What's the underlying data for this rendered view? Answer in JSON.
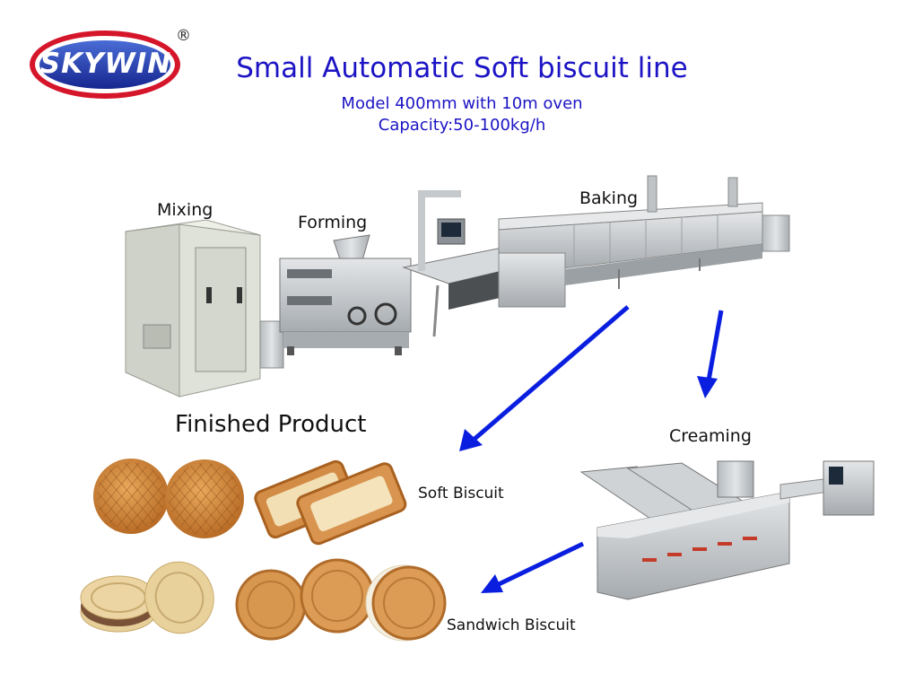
{
  "logo": {
    "text": "SKYWIN",
    "mark": "®"
  },
  "header": {
    "title": "Small Automatic Soft biscuit line",
    "model": "Model 400mm with 10m oven",
    "capacity": "Capacity:50-100kg/h"
  },
  "stages": {
    "mixing": "Mixing",
    "forming": "Forming",
    "baking": "Baking",
    "creaming": "Creaming"
  },
  "products": {
    "heading": "Finished Product",
    "soft": "Soft Biscuit",
    "sandwich": "Sandwich Biscuit"
  },
  "colors": {
    "brand_blue": "#1c14c4",
    "arrow_blue": "#0a1ee0",
    "steel": "#c9cdd0",
    "biscuit": "#d8944a"
  }
}
